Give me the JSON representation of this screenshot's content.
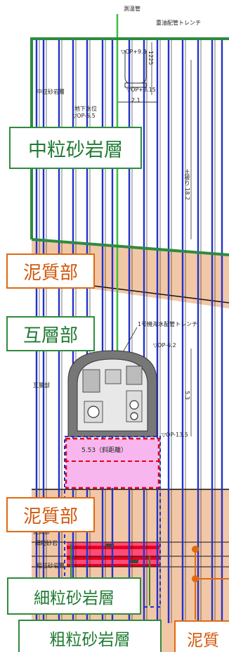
{
  "labels": {
    "obs_pipe": "測温管",
    "oil_trench": "重油配管トレンチ",
    "op_93": "▽OP+9.3",
    "op_3": "▽OP+3.15",
    "len_1225": "1225",
    "len_21": "2.1",
    "medium_sand_small": "中粒砂岩層",
    "gw_level": "地下水位",
    "op_55": "▽OP-5.5",
    "depth_182": "土被り 18.2",
    "trench_1": "1号機海水配管トレンチ",
    "op_62": "▽OP-6.2",
    "len_53": "5.3",
    "alternating_small": "互層部",
    "op_135": "▽OP-13.5",
    "slope_dist": "5.53（斜距離）",
    "mud_small": "泥質部",
    "fine_small": "細粒砂岩",
    "coarse_small": "粗粒砂岩層"
  },
  "callouts": {
    "medium_sand": "中粒砂岩層",
    "mud_upper": "泥質部",
    "alternating": "互層部",
    "mud_lower": "泥質部",
    "fine_sand": "細粒砂岩層",
    "coarse_sand": "粗粒砂岩層",
    "mud_right": "泥質"
  },
  "colors": {
    "blue_pipe": "#2233cc",
    "green_outline": "#2e8b3e",
    "orange": "#e06a10",
    "mud_fill": "#f2c7a6",
    "pink_fill": "#f7b7ee",
    "red": "#e8001a"
  }
}
